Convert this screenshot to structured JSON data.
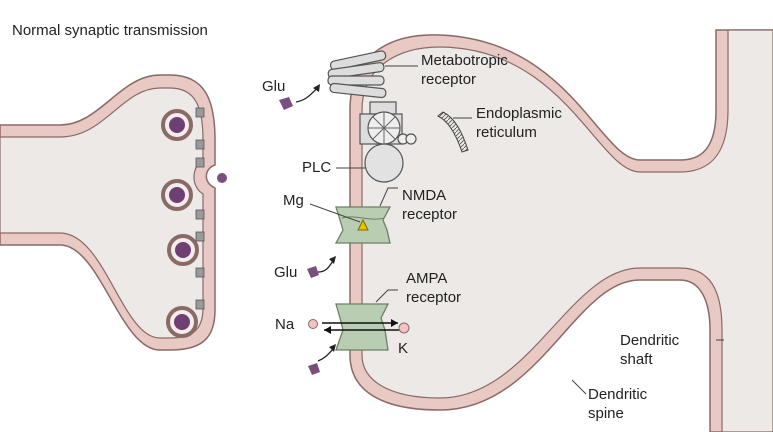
{
  "title": "Normal synaptic transmission",
  "labels": {
    "glu_top": "Glu",
    "metabotropic_line1": "Metabotropic",
    "metabotropic_line2": "receptor",
    "er_line1": "Endoplasmic",
    "er_line2": "reticulum",
    "plc": "PLC",
    "mg": "Mg",
    "nmda_line1": "NMDA",
    "nmda_line2": "receptor",
    "glu_mid": "Glu",
    "ampa_line1": "AMPA",
    "ampa_line2": "receptor",
    "na": "Na",
    "k": "K",
    "shaft_line1": "Dendritic",
    "shaft_line2": "shaft",
    "spine_line1": "Dendritic",
    "spine_line2": "spine"
  },
  "colors": {
    "membrane_fill": "#e9c9c4",
    "membrane_outline": "#8a6a66",
    "cytoplasm": "#ece9e6",
    "receptor_green": "#b9cdb2",
    "receptor_outline": "#6d7f68",
    "glutamate_purple": "#7a4e7e",
    "vesicle_pink": "#d9a6a6"
  }
}
